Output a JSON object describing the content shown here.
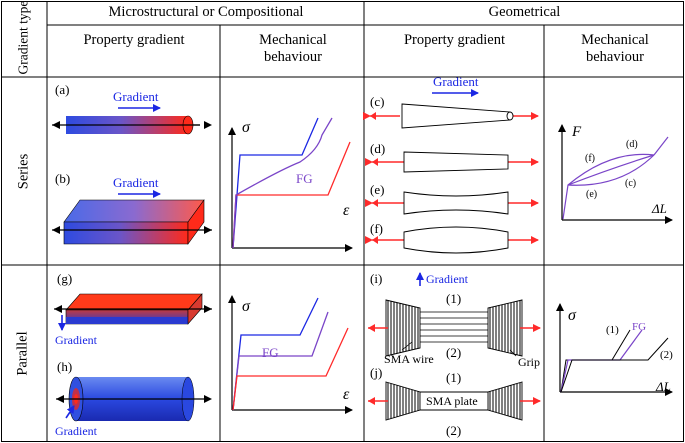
{
  "header": {
    "corner": "Gradient type",
    "micro_group": "Microstructural or Compositional",
    "geo_group": "Geometrical",
    "col_property": "Property gradient",
    "col_mech": "Mechanical behaviour"
  },
  "rows": {
    "series": "Series",
    "parallel": "Parallel"
  },
  "panels": {
    "a": "(a)",
    "b": "(b)",
    "c": "(c)",
    "d": "(d)",
    "e": "(e)",
    "f": "(f)",
    "g": "(g)",
    "h": "(h)",
    "i": "(i)",
    "j": "(j)"
  },
  "labels": {
    "gradient": "Gradient",
    "fg": "FG",
    "sigma": "σ",
    "epsilon": "ε",
    "force": "F",
    "delta_l": "ΔL",
    "sma_wire": "SMA wire",
    "grip": "Grip",
    "sma_plate": "SMA plate",
    "one": "(1)",
    "two": "(2)",
    "d": "(d)",
    "f": "(f)",
    "c": "(c)",
    "e": "(e)"
  },
  "colors": {
    "blue": "#1b27e3",
    "red": "#ff2a2a",
    "purple": "#7a45c8",
    "grid": "#000000"
  }
}
